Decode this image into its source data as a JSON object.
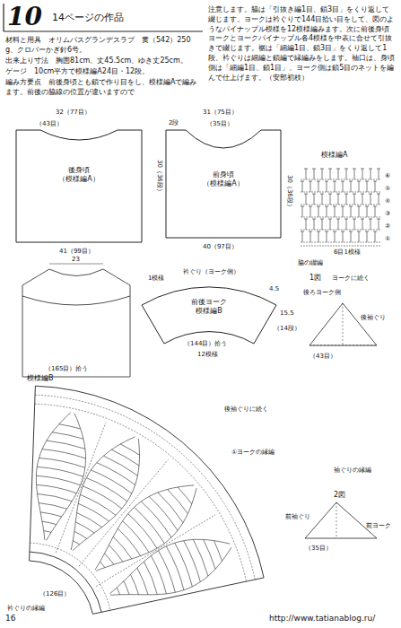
{
  "diagram": {
    "title": "10",
    "nodes": [
      {
        "text": [
          "後身頃",
          "（模様編A）"
        ]
      },
      {
        "text": [
          "前身頃",
          "（模様編A）"
        ]
      },
      {
        "text": [
          "前後ヨーク",
          "模様編B"
        ]
      }
    ],
    "labels": [
      "14ページの作品",
      "材料と用具　オリムパスグランデスラブ　黄（542）250g、クロバーかぎ針6号。",
      "出来上り寸法　胸囲81cm、丈45.5cm、ゆき丈25cm。",
      "ゲージ　10cm平方で模様編A24目・12段。",
      "編み方要点　前後身頃とも鎖で作り目をし、模様編Aで編みます。前後の脇線の位置が違いますので",
      "注意します。脇は「引抜き編1目、鎖3目」をくり返して綴じます。ヨークは衿ぐりで144目拾い目をして、図のようなパイナップル模様を12模様編みます。次に前後身頃ヨークとヨークパイナップル各4模様を中表に合せて引抜きで綴じます。裾は「細編1目、鎖3目」をくり返して1段、衿ぐりは細編と鎖編で縁編みをします。袖口は、身頃側は「細編1目、鎖1目」、ヨーク側は鎖5目のネットを編んで仕上げます。（安部初枝）",
      "32（77目）",
      "（43目）",
      "41（99目）",
      "30（36段）",
      "31（75目）",
      "2段",
      "（35目）",
      "40（97目）",
      "30（36段）",
      "模様編A",
      "①",
      "②",
      "③",
      "④",
      "⑤",
      "⑥",
      "6目1模様",
      "脇の綴編",
      "23",
      "（165目）拾う",
      "衿ぐり（ヨーク側）",
      "1模様",
      "4.5",
      "15.5",
      "（14段）",
      "（144目）拾う",
      "12模様",
      "1図",
      "ヨークに続く",
      "後ろヨーク側",
      "後袖ぐり",
      "（43目）",
      "模様編B",
      "後袖ぐりに続く",
      "①ヨークの縁編",
      "（126目）",
      "衿ぐりの縁編",
      "2図",
      "袖ぐりの縁編",
      "前袖ぐり",
      "前ヨーク",
      "（35目）",
      "16",
      "http://www.tatianablog.ru/"
    ]
  }
}
